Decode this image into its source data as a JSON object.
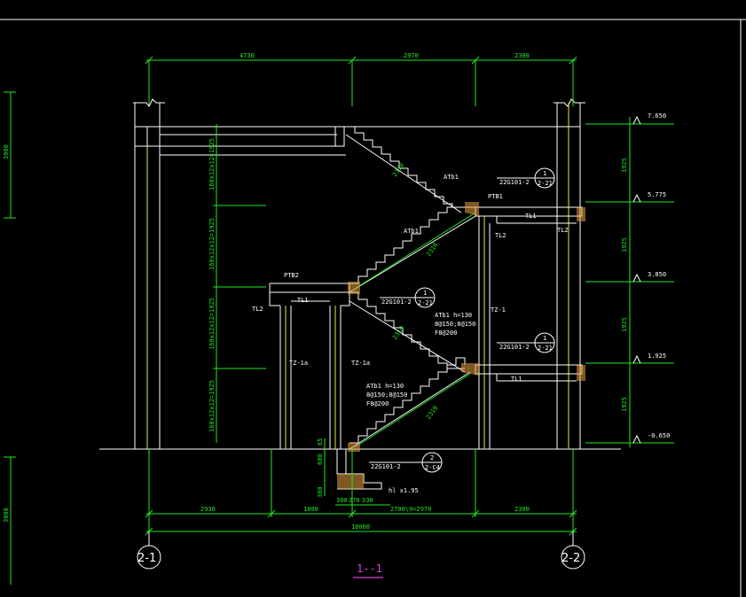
{
  "top_dims": [
    "4730",
    "2970",
    "2300"
  ],
  "bottom_dims": [
    "2930",
    "1800",
    "2700\\9=2970",
    "2300"
  ],
  "total_dim": "10000",
  "small_dims": [
    "300",
    "270",
    "330"
  ],
  "left_dims": [
    "65",
    "600",
    "300"
  ],
  "outer_left_dims": [
    "3000",
    "3000"
  ],
  "elevations": [
    "7.650",
    "5.775",
    "3.850",
    "1.925",
    "-0.650"
  ],
  "right_dims": [
    "1925",
    "1925",
    "1925",
    "1925"
  ],
  "vertical_dims": [
    "160x12x12=1925",
    "160x12x12=1925",
    "160x12x12=1925",
    "160x12x12=1925"
  ],
  "axis_labels": [
    "2-1",
    "2-2"
  ],
  "section_title": "1--1",
  "ref_marks": [
    {
      "num": "1",
      "sheet": "2-21"
    },
    {
      "num": "1",
      "sheet": "2-21"
    },
    {
      "num": "1",
      "sheet": "2-21"
    },
    {
      "num": "2",
      "sheet": "2-C4"
    }
  ],
  "notes": {
    "ref_a": "22G101-2",
    "ref_b": "22G101-2",
    "ref_c": "22G101-2",
    "ref_d": "22G101-2",
    "ptb1": "PTB1",
    "ptb2": "PTB2",
    "tl1a": "TL1",
    "tl1b": "TL1",
    "tl1c": "TL1",
    "tl2a": "TL2",
    "tl2b": "TL2",
    "tl2c": "TL2",
    "tz1a": "TZ-1",
    "tz1b": "TZ-1a",
    "tz1c": "TZ-1a",
    "atb1a": "ATb1",
    "atb1b": "ATb1",
    "atb1c": "ATb1 h=130",
    "atb1d": "ATb1 h=130",
    "spec1": "8@150;8@150",
    "spec2": "F8@200",
    "spec3": "8@150;8@150",
    "spec4": "F8@200",
    "slope1": "2310",
    "slope2": "2310",
    "slope3": "2310",
    "slope4": "2310",
    "misc1": "hl x1.95"
  }
}
